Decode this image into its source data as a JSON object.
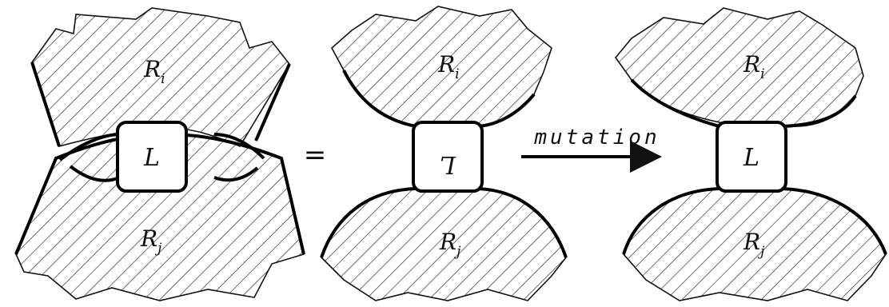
{
  "panels": [
    {
      "region_top": {
        "letter": "R",
        "subscript": "i"
      },
      "region_bottom": {
        "letter": "R",
        "subscript": "j"
      },
      "tangle": "L"
    },
    {
      "region_top": {
        "letter": "R",
        "subscript": "i"
      },
      "region_bottom": {
        "letter": "R",
        "subscript": "j"
      },
      "tangle": "L"
    },
    {
      "region_top": {
        "letter": "R",
        "subscript": "i"
      },
      "region_bottom": {
        "letter": "R",
        "subscript": "j"
      },
      "tangle": "L"
    }
  ],
  "equals": "=",
  "arrow_label": "mutation"
}
